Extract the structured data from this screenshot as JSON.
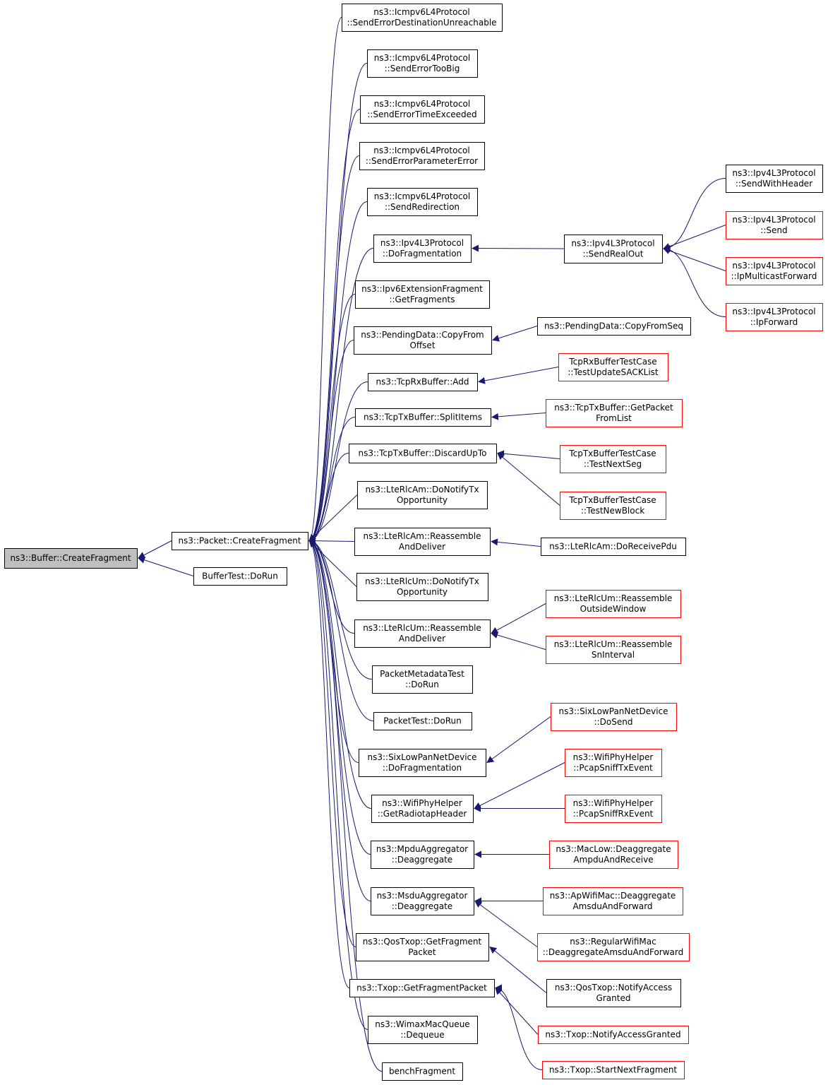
{
  "colors": {
    "edge": "#191970",
    "box_border": "#000000",
    "incomplete_border": "#ff0000",
    "root_fill": "#bfbfbf",
    "fill": "#ffffff"
  },
  "nodes": [
    {
      "id": "buffer_createfragment",
      "lines": [
        "ns3::Buffer::CreateFragment"
      ],
      "style": "root"
    },
    {
      "id": "packet_createfragment",
      "lines": [
        "ns3::Packet::CreateFragment"
      ],
      "style": "normal"
    },
    {
      "id": "buffertest_dorun",
      "lines": [
        "BufferTest::DoRun"
      ],
      "style": "normal"
    },
    {
      "id": "icmp_unreach",
      "lines": [
        "ns3::Icmpv6L4Protocol",
        "::SendErrorDestinationUnreachable"
      ],
      "style": "normal"
    },
    {
      "id": "icmp_toobig",
      "lines": [
        "ns3::Icmpv6L4Protocol",
        "::SendErrorTooBig"
      ],
      "style": "normal"
    },
    {
      "id": "icmp_time",
      "lines": [
        "ns3::Icmpv6L4Protocol",
        "::SendErrorTimeExceeded"
      ],
      "style": "normal"
    },
    {
      "id": "icmp_param",
      "lines": [
        "ns3::Icmpv6L4Protocol",
        "::SendErrorParameterError"
      ],
      "style": "normal"
    },
    {
      "id": "icmp_redir",
      "lines": [
        "ns3::Icmpv6L4Protocol",
        "::SendRedirection"
      ],
      "style": "normal"
    },
    {
      "id": "ipv4_dofrag",
      "lines": [
        "ns3::Ipv4L3Protocol",
        "::DoFragmentation"
      ],
      "style": "normal"
    },
    {
      "id": "ipv6ext_getfrag",
      "lines": [
        "ns3::Ipv6ExtensionFragment",
        "::GetFragments"
      ],
      "style": "normal"
    },
    {
      "id": "pending_copyfromoffset",
      "lines": [
        "ns3::PendingData::CopyFrom",
        "Offset"
      ],
      "style": "normal"
    },
    {
      "id": "tcprx_add",
      "lines": [
        "ns3::TcpRxBuffer::Add"
      ],
      "style": "normal"
    },
    {
      "id": "tcptx_split",
      "lines": [
        "ns3::TcpTxBuffer::SplitItems"
      ],
      "style": "normal"
    },
    {
      "id": "tcptx_discard",
      "lines": [
        "ns3::TcpTxBuffer::DiscardUpTo"
      ],
      "style": "normal"
    },
    {
      "id": "lterlcam_donotify",
      "lines": [
        "ns3::LteRlcAm::DoNotifyTx",
        "Opportunity"
      ],
      "style": "normal"
    },
    {
      "id": "lterlcam_reassemble",
      "lines": [
        "ns3::LteRlcAm::Reassemble",
        "AndDeliver"
      ],
      "style": "normal"
    },
    {
      "id": "lterlcum_donotify",
      "lines": [
        "ns3::LteRlcUm::DoNotifyTx",
        "Opportunity"
      ],
      "style": "normal"
    },
    {
      "id": "lterlcum_reassemble",
      "lines": [
        "ns3::LteRlcUm::Reassemble",
        "AndDeliver"
      ],
      "style": "normal"
    },
    {
      "id": "pktmeta_dorun",
      "lines": [
        "PacketMetadataTest",
        "::DoRun"
      ],
      "style": "normal"
    },
    {
      "id": "pkttest_dorun",
      "lines": [
        "PacketTest::DoRun"
      ],
      "style": "normal"
    },
    {
      "id": "sixlowpan_dofrag",
      "lines": [
        "ns3::SixLowPanNetDevice",
        "::DoFragmentation"
      ],
      "style": "normal"
    },
    {
      "id": "wifiphy_getradiotap",
      "lines": [
        "ns3::WifiPhyHelper",
        "::GetRadiotapHeader"
      ],
      "style": "normal"
    },
    {
      "id": "mpdu_deagg",
      "lines": [
        "ns3::MpduAggregator",
        "::Deaggregate"
      ],
      "style": "normal"
    },
    {
      "id": "msdu_deagg",
      "lines": [
        "ns3::MsduAggregator",
        "::Deaggregate"
      ],
      "style": "normal"
    },
    {
      "id": "qostxop_getfrag",
      "lines": [
        "ns3::QosTxop::GetFragment",
        "Packet"
      ],
      "style": "normal"
    },
    {
      "id": "txop_getfrag",
      "lines": [
        "ns3::Txop::GetFragmentPacket"
      ],
      "style": "normal"
    },
    {
      "id": "wimax_dequeue",
      "lines": [
        "ns3::WimaxMacQueue",
        "::Dequeue"
      ],
      "style": "normal"
    },
    {
      "id": "benchfragment",
      "lines": [
        "benchFragment"
      ],
      "style": "normal"
    },
    {
      "id": "ipv4_sendrealout",
      "lines": [
        "ns3::Ipv4L3Protocol",
        "::SendRealOut"
      ],
      "style": "normal"
    },
    {
      "id": "ipv4_sendwithheader",
      "lines": [
        "ns3::Ipv4L3Protocol",
        "::SendWithHeader"
      ],
      "style": "normal"
    },
    {
      "id": "ipv4_send",
      "lines": [
        "ns3::Ipv4L3Protocol",
        "::Send"
      ],
      "style": "incomplete"
    },
    {
      "id": "ipv4_ipmulticast",
      "lines": [
        "ns3::Ipv4L3Protocol",
        "::IpMulticastForward"
      ],
      "style": "incomplete"
    },
    {
      "id": "ipv4_ipforward",
      "lines": [
        "ns3::Ipv4L3Protocol",
        "::IpForward"
      ],
      "style": "incomplete"
    },
    {
      "id": "pending_copyfromseq",
      "lines": [
        "ns3::PendingData::CopyFromSeq"
      ],
      "style": "normal"
    },
    {
      "id": "tcprxtest_sack",
      "lines": [
        "TcpRxBufferTestCase",
        "::TestUpdateSACKList"
      ],
      "style": "incomplete"
    },
    {
      "id": "tcptx_getpacketfromlist",
      "lines": [
        "ns3::TcpTxBuffer::GetPacket",
        "FromList"
      ],
      "style": "incomplete"
    },
    {
      "id": "tcptxtest_nextseg",
      "lines": [
        "TcpTxBufferTestCase",
        "::TestNextSeg"
      ],
      "style": "incomplete"
    },
    {
      "id": "tcptxtest_newblock",
      "lines": [
        "TcpTxBufferTestCase",
        "::TestNewBlock"
      ],
      "style": "incomplete"
    },
    {
      "id": "lterlcam_doreceivepdu",
      "lines": [
        "ns3::LteRlcAm::DoReceivePdu"
      ],
      "style": "normal"
    },
    {
      "id": "lterlcum_outside",
      "lines": [
        "ns3::LteRlcUm::Reassemble",
        "OutsideWindow"
      ],
      "style": "incomplete"
    },
    {
      "id": "lterlcum_sninterval",
      "lines": [
        "ns3::LteRlcUm::Reassemble",
        "SnInterval"
      ],
      "style": "incomplete"
    },
    {
      "id": "sixlowpan_dosend",
      "lines": [
        "ns3::SixLowPanNetDevice",
        "::DoSend"
      ],
      "style": "incomplete"
    },
    {
      "id": "wifiphy_pcaptx",
      "lines": [
        "ns3::WifiPhyHelper",
        "::PcapSniffTxEvent"
      ],
      "style": "incomplete"
    },
    {
      "id": "wifiphy_pcaprx",
      "lines": [
        "ns3::WifiPhyHelper",
        "::PcapSniffRxEvent"
      ],
      "style": "incomplete"
    },
    {
      "id": "maclow_deagg",
      "lines": [
        "ns3::MacLow::Deaggregate",
        "AmpduAndReceive"
      ],
      "style": "incomplete"
    },
    {
      "id": "apwifimac_deagg",
      "lines": [
        "ns3::ApWifiMac::Deaggregate",
        "AmsduAndForward"
      ],
      "style": "incomplete"
    },
    {
      "id": "regularwifimac_deagg",
      "lines": [
        "ns3::RegularWifiMac",
        "::DeaggregateAmsduAndForward"
      ],
      "style": "incomplete"
    },
    {
      "id": "qostxop_notify",
      "lines": [
        "ns3::QosTxop::NotifyAccess",
        "Granted"
      ],
      "style": "normal"
    },
    {
      "id": "txop_notify",
      "lines": [
        "ns3::Txop::NotifyAccessGranted"
      ],
      "style": "incomplete"
    },
    {
      "id": "txop_startnext",
      "lines": [
        "ns3::Txop::StartNextFragment"
      ],
      "style": "incomplete"
    }
  ],
  "edges": [
    [
      "packet_createfragment",
      "buffer_createfragment"
    ],
    [
      "buffertest_dorun",
      "buffer_createfragment"
    ],
    [
      "icmp_unreach",
      "packet_createfragment"
    ],
    [
      "icmp_toobig",
      "packet_createfragment"
    ],
    [
      "icmp_time",
      "packet_createfragment"
    ],
    [
      "icmp_param",
      "packet_createfragment"
    ],
    [
      "icmp_redir",
      "packet_createfragment"
    ],
    [
      "ipv4_dofrag",
      "packet_createfragment"
    ],
    [
      "ipv6ext_getfrag",
      "packet_createfragment"
    ],
    [
      "pending_copyfromoffset",
      "packet_createfragment"
    ],
    [
      "tcprx_add",
      "packet_createfragment"
    ],
    [
      "tcptx_split",
      "packet_createfragment"
    ],
    [
      "tcptx_discard",
      "packet_createfragment"
    ],
    [
      "lterlcam_donotify",
      "packet_createfragment"
    ],
    [
      "lterlcam_reassemble",
      "packet_createfragment"
    ],
    [
      "lterlcum_donotify",
      "packet_createfragment"
    ],
    [
      "lterlcum_reassemble",
      "packet_createfragment"
    ],
    [
      "pktmeta_dorun",
      "packet_createfragment"
    ],
    [
      "pkttest_dorun",
      "packet_createfragment"
    ],
    [
      "sixlowpan_dofrag",
      "packet_createfragment"
    ],
    [
      "wifiphy_getradiotap",
      "packet_createfragment"
    ],
    [
      "mpdu_deagg",
      "packet_createfragment"
    ],
    [
      "msdu_deagg",
      "packet_createfragment"
    ],
    [
      "qostxop_getfrag",
      "packet_createfragment"
    ],
    [
      "txop_getfrag",
      "packet_createfragment"
    ],
    [
      "wimax_dequeue",
      "packet_createfragment"
    ],
    [
      "benchfragment",
      "packet_createfragment"
    ],
    [
      "ipv4_sendrealout",
      "ipv4_dofrag"
    ],
    [
      "ipv4_sendwithheader",
      "ipv4_sendrealout"
    ],
    [
      "ipv4_send",
      "ipv4_sendrealout"
    ],
    [
      "ipv4_ipmulticast",
      "ipv4_sendrealout"
    ],
    [
      "ipv4_ipforward",
      "ipv4_sendrealout"
    ],
    [
      "pending_copyfromseq",
      "pending_copyfromoffset"
    ],
    [
      "tcprxtest_sack",
      "tcprx_add"
    ],
    [
      "tcptx_getpacketfromlist",
      "tcptx_split"
    ],
    [
      "tcptxtest_nextseg",
      "tcptx_discard"
    ],
    [
      "tcptxtest_newblock",
      "tcptx_discard"
    ],
    [
      "lterlcam_doreceivepdu",
      "lterlcam_reassemble"
    ],
    [
      "lterlcum_outside",
      "lterlcum_reassemble"
    ],
    [
      "lterlcum_sninterval",
      "lterlcum_reassemble"
    ],
    [
      "sixlowpan_dosend",
      "sixlowpan_dofrag"
    ],
    [
      "wifiphy_pcaptx",
      "wifiphy_getradiotap"
    ],
    [
      "wifiphy_pcaprx",
      "wifiphy_getradiotap"
    ],
    [
      "maclow_deagg",
      "mpdu_deagg"
    ],
    [
      "apwifimac_deagg",
      "msdu_deagg"
    ],
    [
      "regularwifimac_deagg",
      "msdu_deagg"
    ],
    [
      "qostxop_notify",
      "qostxop_getfrag"
    ],
    [
      "txop_notify",
      "txop_getfrag"
    ],
    [
      "txop_startnext",
      "txop_getfrag"
    ]
  ]
}
